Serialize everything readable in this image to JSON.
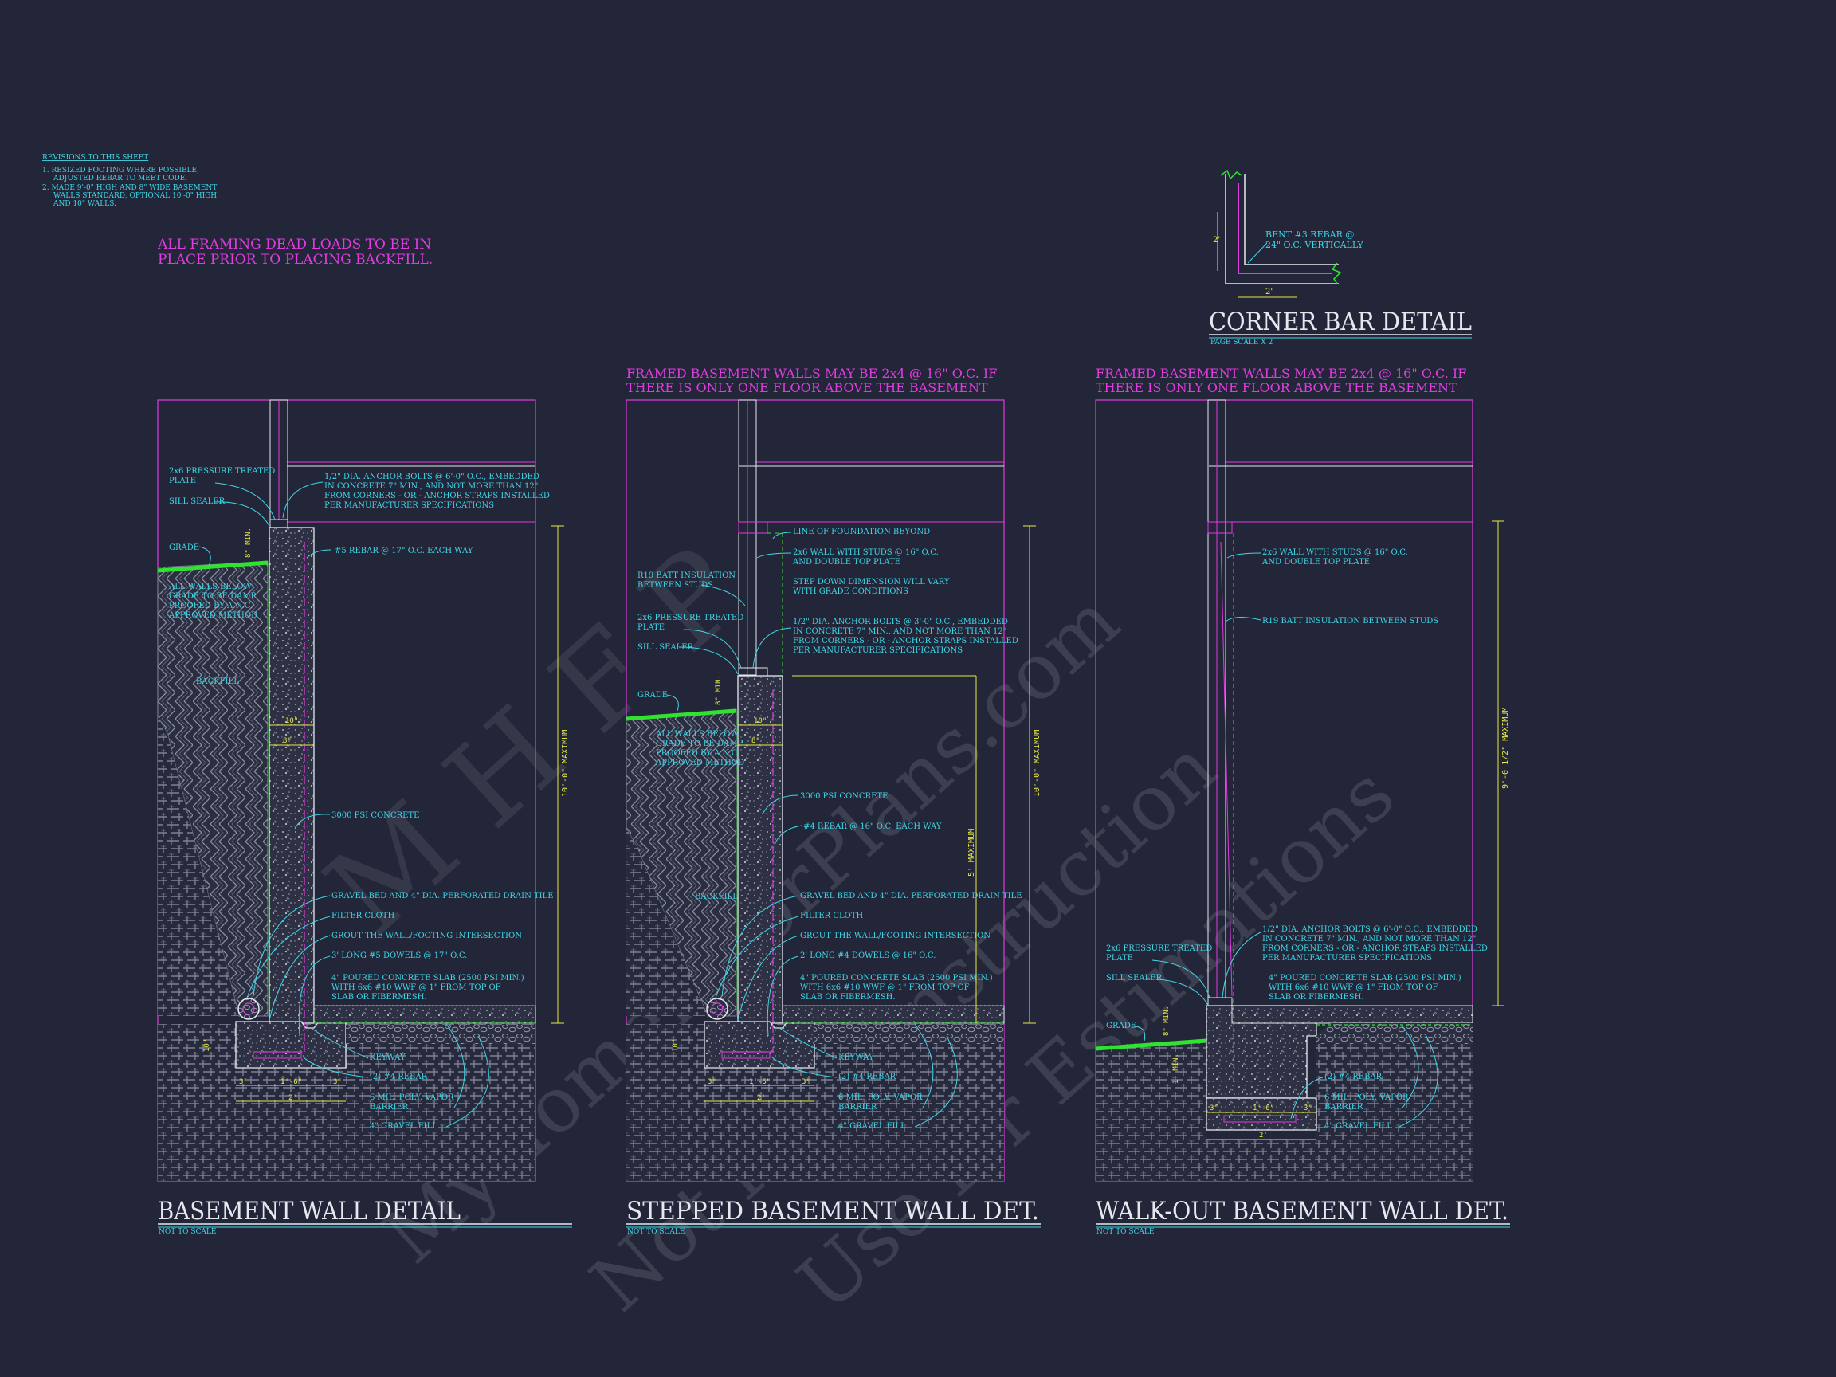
{
  "colors": {
    "background": "#222638",
    "magenta": "#e03ce0",
    "cyan": "#3fd6e6",
    "yellow": "#e8e845",
    "green": "#31e331",
    "white": "#e6e8ee",
    "grey": "#9a9db0"
  },
  "revisions": {
    "title": "REVISIONS TO THIS SHEET",
    "items": [
      "1. RESIZED FOOTING WHERE POSSIBLE,",
      "ADJUSTED REBAR TO MEET CODE.",
      "2. MADE 9'-0\" HIGH AND 8\" WIDE BASEMENT",
      "WALLS STANDARD, OPTIONAL 10'-0\" HIGH",
      "AND 10\" WALLS."
    ]
  },
  "general_note": [
    "ALL FRAMING DEAD LOADS TO BE IN",
    "PLACE PRIOR TO PLACING BACKFILL."
  ],
  "corner_bar": {
    "title": "CORNER BAR DETAIL",
    "scale": "PAGE SCALE X 2",
    "note": [
      "BENT #3 REBAR @",
      "24\" O.C. VERTICALLY"
    ],
    "dim_v": "2'",
    "dim_h": "2'"
  },
  "framed_note": [
    "FRAMED BASEMENT WALLS MAY BE 2x4 @ 16\" O.C. IF",
    "THERE IS ONLY ONE FLOOR ABOVE THE BASEMENT"
  ],
  "detail1": {
    "title": "BASEMENT WALL DETAIL",
    "scale": "NOT TO SCALE",
    "labels": {
      "pt_plate": [
        "2x6 PRESSURE TREATED",
        "PLATE"
      ],
      "sill_sealer": "SILL SEALER",
      "grade": "GRADE",
      "damp": [
        "ALL WALLS BELOW",
        "GRADE TO BE DAMP",
        "PROOFED BY A N.C.",
        "APPROVED METHOD"
      ],
      "backfill": "BACKFILL",
      "anchor": [
        "1/2\" DIA. ANCHOR BOLTS @ 6'-0\" O.C., EMBEDDED",
        "IN CONCRETE 7\" MIN., AND NOT MORE THAN 12\"",
        "FROM CORNERS - OR - ANCHOR STRAPS INSTALLED",
        "PER MANUFACTURER SPECIFICATIONS"
      ],
      "rebar5": "#5 REBAR @ 17\" O.C. EACH WAY",
      "concrete": "3000 PSI CONCRETE",
      "gravel_bed": "GRAVEL BED AND 4\" DIA. PERFORATED DRAIN TILE",
      "filter": "FILTER CLOTH",
      "grout": "GROUT THE WALL/FOOTING INTERSECTION",
      "dowels": "3' LONG #5 DOWELS @ 17\" O.C.",
      "slab": [
        "4\" POURED CONCRETE SLAB (2500 PSI MIN.)",
        "WITH 6x6 #10 WWF @ 1\" FROM TOP OF",
        "SLAB OR FIBERMESH."
      ],
      "keyway": "KEYWAY",
      "rebar4": "(2) #4 REBAR",
      "vapor": [
        "6 MIL. POLY. VAPOR",
        "BARRIER"
      ],
      "gravel_fill": "4\" GRAVEL FILL",
      "min8": "8\" MIN.",
      "dim10": "10\"",
      "dim8": "8\"",
      "height": "10'-0\" MAXIMUM",
      "foot10": "10\"",
      "foot16": "1'-6\"",
      "foot3a": "3\"",
      "foot3b": "3\"",
      "foot2": "2'"
    }
  },
  "detail2": {
    "title": "STEPPED BASEMENT WALL DET.",
    "scale": "NOT TO SCALE",
    "labels": {
      "line_found": "LINE OF FOUNDATION BEYOND",
      "studs": [
        "2x6 WALL WITH STUDS @ 16\" O.C.",
        "AND DOUBLE TOP PLATE"
      ],
      "r19": [
        "R19 BATT INSULATION",
        "BETWEEN STUDS"
      ],
      "step": [
        "STEP DOWN DIMENSION WILL VARY",
        "WITH GRADE CONDITIONS"
      ],
      "pt_plate": [
        "2x6 PRESSURE TREATED",
        "PLATE"
      ],
      "anchor": [
        "1/2\" DIA. ANCHOR BOLTS @ 3'-0\" O.C., EMBEDDED",
        "IN CONCRETE 7\" MIN., AND NOT MORE THAN 12\"",
        "FROM CORNERS - OR - ANCHOR STRAPS INSTALLED",
        "PER MANUFACTURER SPECIFICATIONS"
      ],
      "sill_sealer": "SILL SEALER",
      "grade": "GRADE",
      "damp": [
        "ALL WALLS BELOW",
        "GRADE TO BE DAMP",
        "PROOFED BY A N.C.",
        "APPROVED METHOD"
      ],
      "concrete": "3000 PSI CONCRETE",
      "rebar4ea": "#4 REBAR @ 16\" O.C. EACH WAY",
      "backfill": "BACKFILL",
      "gravel_bed": "GRAVEL BED AND 4\" DIA. PERFORATED DRAIN TILE",
      "filter": "FILTER CLOTH",
      "grout": "GROUT THE WALL/FOOTING INTERSECTION",
      "dowels": "2' LONG #4 DOWELS @ 16\" O.C.",
      "slab": [
        "4\" POURED CONCRETE SLAB (2500 PSI MIN.)",
        "WITH 6x6 #10 WWF @ 1\" FROM TOP OF",
        "SLAB OR FIBERMESH."
      ],
      "keyway": "KEYWAY",
      "rebar4": "(2) #4 REBAR",
      "vapor": [
        "6 MIL. POLY. VAPOR",
        "BARRIER"
      ],
      "gravel_fill": "4\" GRAVEL FILL",
      "min8": "8\" MIN.",
      "dim10": "10\"",
      "dim8": "8\"",
      "height": "10'-0\" MAXIMUM",
      "height5": "5' MAXIMUM",
      "foot10": "10\"",
      "foot16": "1'-6\"",
      "foot3a": "3\"",
      "foot3b": "3\"",
      "foot2": "2'"
    }
  },
  "detail3": {
    "title": "WALK-OUT BASEMENT WALL DET.",
    "scale": "NOT TO SCALE",
    "labels": {
      "studs": [
        "2x6 WALL WITH STUDS @ 16\" O.C.",
        "AND DOUBLE TOP PLATE"
      ],
      "r19": "R19 BATT INSULATION BETWEEN STUDS",
      "anchor": [
        "1/2\" DIA. ANCHOR BOLTS @ 6'-0\" O.C., EMBEDDED",
        "IN CONCRETE 7\" MIN., AND NOT MORE THAN 12\"",
        "FROM CORNERS - OR - ANCHOR STRAPS INSTALLED",
        "PER MANUFACTURER SPECIFICATIONS"
      ],
      "pt_plate": [
        "2x6 PRESSURE TREATED",
        "PLATE"
      ],
      "sill_sealer": "SILL SEALER",
      "grade": "GRADE",
      "slab": [
        "4\" POURED CONCRETE SLAB (2500 PSI MIN.)",
        "WITH 6x6 #10 WWF @ 1\" FROM TOP OF",
        "SLAB OR FIBERMESH."
      ],
      "rebar4": "(2) #4 REBAR",
      "vapor": [
        "6 MIL. POLY. VAPOR",
        "BARRIER"
      ],
      "gravel_fill": "4\" GRAVEL FILL",
      "min8": "8\" MIN.",
      "min1": "1' MIN.",
      "height": "9'-0 1/2\" MAXIMUM",
      "foot16": "1'-6\"",
      "foot3a": "3\"",
      "foot3b": "3\"",
      "foot2": "2'"
    }
  },
  "watermark": [
    "MyHomeFloorPlans.com",
    "Not for Construction",
    "Use for Estimations"
  ],
  "watermark_logo": "M H F P"
}
